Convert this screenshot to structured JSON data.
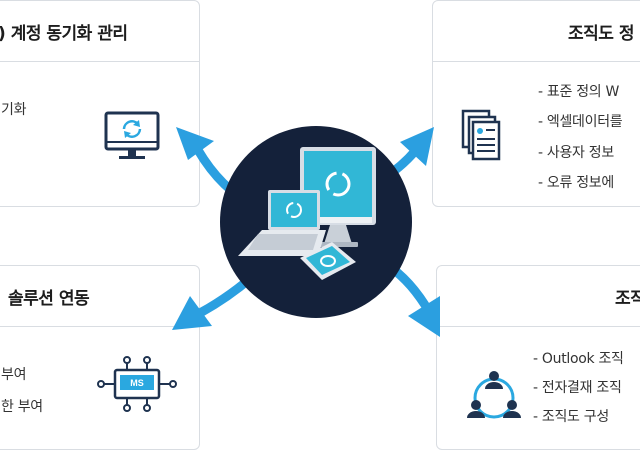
{
  "cards": {
    "top_left": {
      "title": ") 계정 동기화 관리",
      "lines": [
        "기화"
      ],
      "icon": "monitor-sync-icon"
    },
    "top_right": {
      "title": "조직도 정",
      "lines": [
        "- 표준 정의 W",
        "- 엑셀데이터를",
        "- 사용자 정보",
        "- 오류 정보에"
      ],
      "icon": "documents-icon"
    },
    "bottom_left": {
      "title": "솔루션 연동",
      "lines": [
        "부여",
        "한 부여"
      ],
      "icon": "ms-chip-icon",
      "chip_label": "MS"
    },
    "bottom_right": {
      "title": "조직",
      "lines": [
        "- Outlook 조직",
        "- 전자결재 조직",
        "- 조직도 구성"
      ],
      "icon": "org-people-icon"
    }
  },
  "colors": {
    "arrow": "#2b9fe0",
    "hub": "#14213a",
    "screen": "#31b7d6",
    "icon_dark": "#1f3350",
    "icon_accent": "#2aa8e0"
  }
}
